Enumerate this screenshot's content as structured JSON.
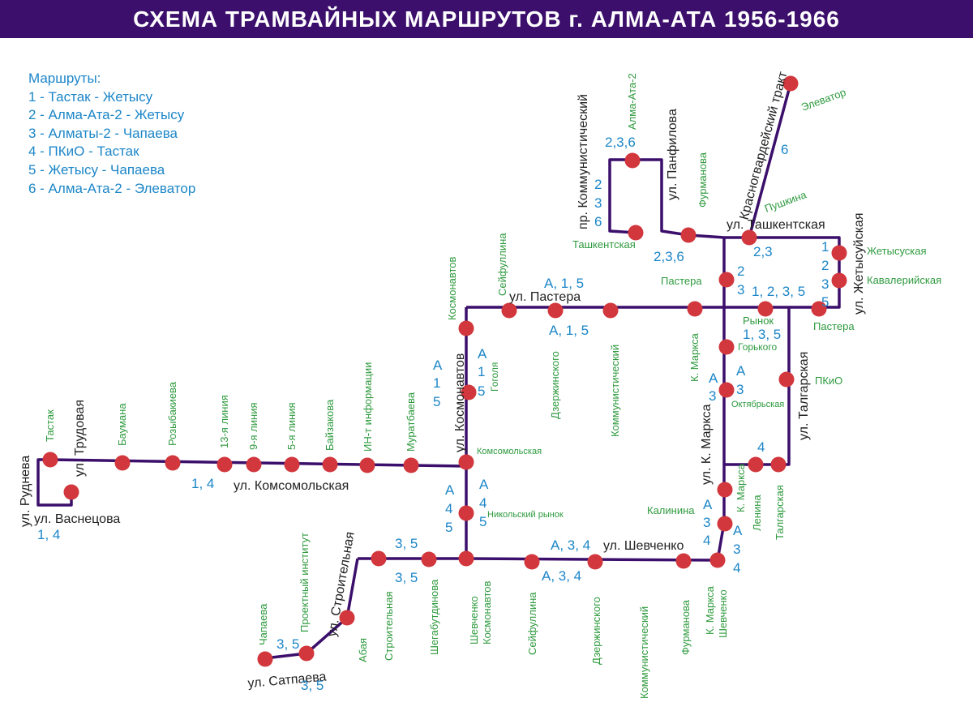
{
  "title": "СХЕМА ТРАМВАЙНЫХ МАРШРУТОВ г. АЛМА-АТА 1956-1966",
  "legend": {
    "heading": "Маршруты:",
    "items": [
      "1 - Тастак - Жетысу",
      "2 - Алма-Ата-2 - Жетысу",
      "3 - Алматы-2 - Чапаева",
      "4 - ПКиО - Тастак",
      "5 - Жетысу - Чапаева",
      "6 - Алма-Ата-2 - Элеватор"
    ]
  },
  "colors": {
    "header_bg": "#3b0f6b",
    "line": "#3b0f6b",
    "stop": "#d1373c",
    "stop_label": "#2e9a3e",
    "street_label": "#222222",
    "route_label": "#1c86c8"
  },
  "streets": {
    "rudneva": "ул. Руднева",
    "trudovaya": "ул. Трудовая",
    "vasnetsova": "ул. Васнецова",
    "komsomolskaya": "ул. Комсомольская",
    "kosmonavtov": "ул. Космонавтов",
    "pastera": "ул. Пастера",
    "kommunistichesky": "пр. Коммунистический",
    "panfilova": "ул. Панфилова",
    "krasnogvardeysky": "Красногвардейский тракт",
    "tashkentskaya": "ул. Ташкентская",
    "zhetysuyskaya": "ул. Жетысуйская",
    "talgarskaya": "ул. Талгарская",
    "k_marksa": "ул. К. Маркса",
    "shevchenko": "ул. Шевченко",
    "stroitelnaya": "ул. Строительная",
    "satpaeva": "ул. Сатпаева"
  },
  "stops": {
    "tastak": "Тастак",
    "baumana": "Баумана",
    "rozybakieva": "Розыбакиева",
    "liniya13": "13-я линия",
    "liniya9": "9-я линия",
    "liniya5": "5-я линия",
    "bayzakova": "Байзакова",
    "in_t": "ИН-т информации",
    "muratbaeva": "Муратбаева",
    "komsomolskaya": "Комсомольская",
    "nikolsky": "Никольский рынок",
    "gogolya": "Гоголя",
    "kosmonavtov_n": "Космонавтов",
    "seyfullina_n": "Сейфуллина",
    "dzerzhinskogo_n": "Дзержинского",
    "kommun_n": "Коммунистический",
    "k_marksa_n": "К. Маркса",
    "pastera_top": "Пастера",
    "rynok": "Рынок",
    "pastera_r": "Пастера",
    "zhetysuskaya": "Жетысуская",
    "kavaleriyskaya": "Кавалерийская",
    "gorkogo": "Горького",
    "oktyabrskaya": "Октябрьская",
    "pkio": "ПКиО",
    "almaata2": "Алма-Ата-2",
    "tashkentskaya": "Ташкентская",
    "furmanova_n": "Фурманова",
    "pushkina": "Пушкина",
    "elevator": "Элеватор",
    "kalinina": "Калинина",
    "k_marksa_s": "К. Маркса",
    "lenina": "Ленина",
    "talgarskaya": "Талгарская",
    "shev_kosm_1": "Шевченко",
    "shev_kosm_2": "Космонавтов",
    "seyfullina_s": "Сейфуллина",
    "dzerzhinskogo_s": "Дзержинского",
    "kommun_s": "Коммунистический",
    "furmanova_s": "Фурманова",
    "kms_1": "К. Маркса",
    "kms_2": "Шевченко",
    "shegabutdinova": "Шегабутдинова",
    "stroitelnaya": "Строительная",
    "abaya": "Абая",
    "proekt": "Проектный институт",
    "chapaeva": "Чапаева"
  },
  "routes": {
    "a15": "А, 1, 5",
    "r1235": "1, 2, 3, 5",
    "r135": "1, 3, 5",
    "r14": "1, 4",
    "r35": "3, 5",
    "ra34": "А, 3, 4",
    "r236": "2,3,6",
    "r23": "2,3",
    "r4": "4",
    "r6": "6",
    "c_A": "А",
    "c_1": "1",
    "c_2": "2",
    "c_3": "3",
    "c_4": "4",
    "c_5": "5",
    "c_6": "6"
  }
}
